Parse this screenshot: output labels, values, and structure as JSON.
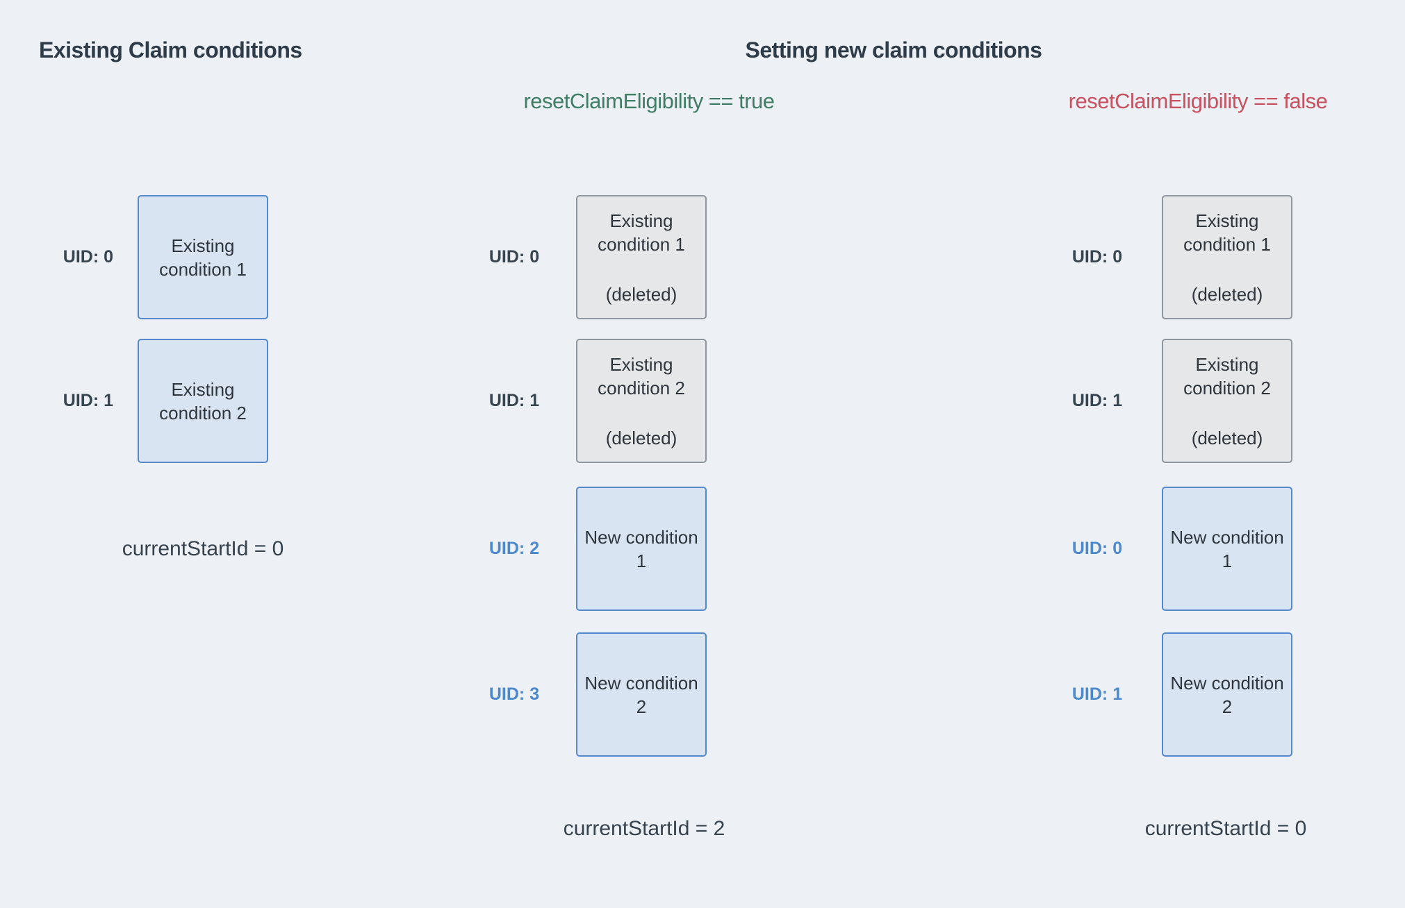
{
  "titles": {
    "existing": "Existing Claim conditions",
    "setting": "Setting new claim conditions"
  },
  "scenario_labels": {
    "reset_true": "resetClaimEligibility == true",
    "reset_false": "resetClaimEligibility == false"
  },
  "colors": {
    "background": "#edf1f5",
    "heading_text": "#2e3c4a",
    "scenario_true": "#3f7e64",
    "scenario_false": "#c8505f",
    "uid_dark": "#36454f",
    "uid_blue": "#4b88cc",
    "blue_box_fill": "#d9e4f3",
    "blue_box_border": "#5388cd",
    "gray_box_fill": "#e5e7e9",
    "gray_box_border": "#8e97a0",
    "box_text": "#2e353c"
  },
  "columns": {
    "existing": {
      "items": [
        {
          "uid": "UID: 0",
          "lines": [
            "Existing",
            "condition 1"
          ]
        },
        {
          "uid": "UID: 1",
          "lines": [
            "Existing",
            "condition 2"
          ]
        }
      ],
      "footer": "currentStartId = 0"
    },
    "reset_true": {
      "items": [
        {
          "uid": "UID: 0",
          "lines": [
            "Existing",
            "condition 1"
          ],
          "note": "(deleted)"
        },
        {
          "uid": "UID: 1",
          "lines": [
            "Existing",
            "condition 2"
          ],
          "note": "(deleted)"
        },
        {
          "uid": "UID: 2",
          "lines": [
            "New condition",
            "1"
          ]
        },
        {
          "uid": "UID: 3",
          "lines": [
            "New condition",
            "2"
          ]
        }
      ],
      "footer": "currentStartId = 2"
    },
    "reset_false": {
      "items": [
        {
          "uid": "UID: 0",
          "lines": [
            "Existing",
            "condition 1"
          ],
          "note": "(deleted)"
        },
        {
          "uid": "UID: 1",
          "lines": [
            "Existing",
            "condition 2"
          ],
          "note": "(deleted)"
        },
        {
          "uid": "UID: 0",
          "lines": [
            "New condition",
            "1"
          ]
        },
        {
          "uid": "UID: 1",
          "lines": [
            "New condition",
            "2"
          ]
        }
      ],
      "footer": "currentStartId = 0"
    }
  }
}
